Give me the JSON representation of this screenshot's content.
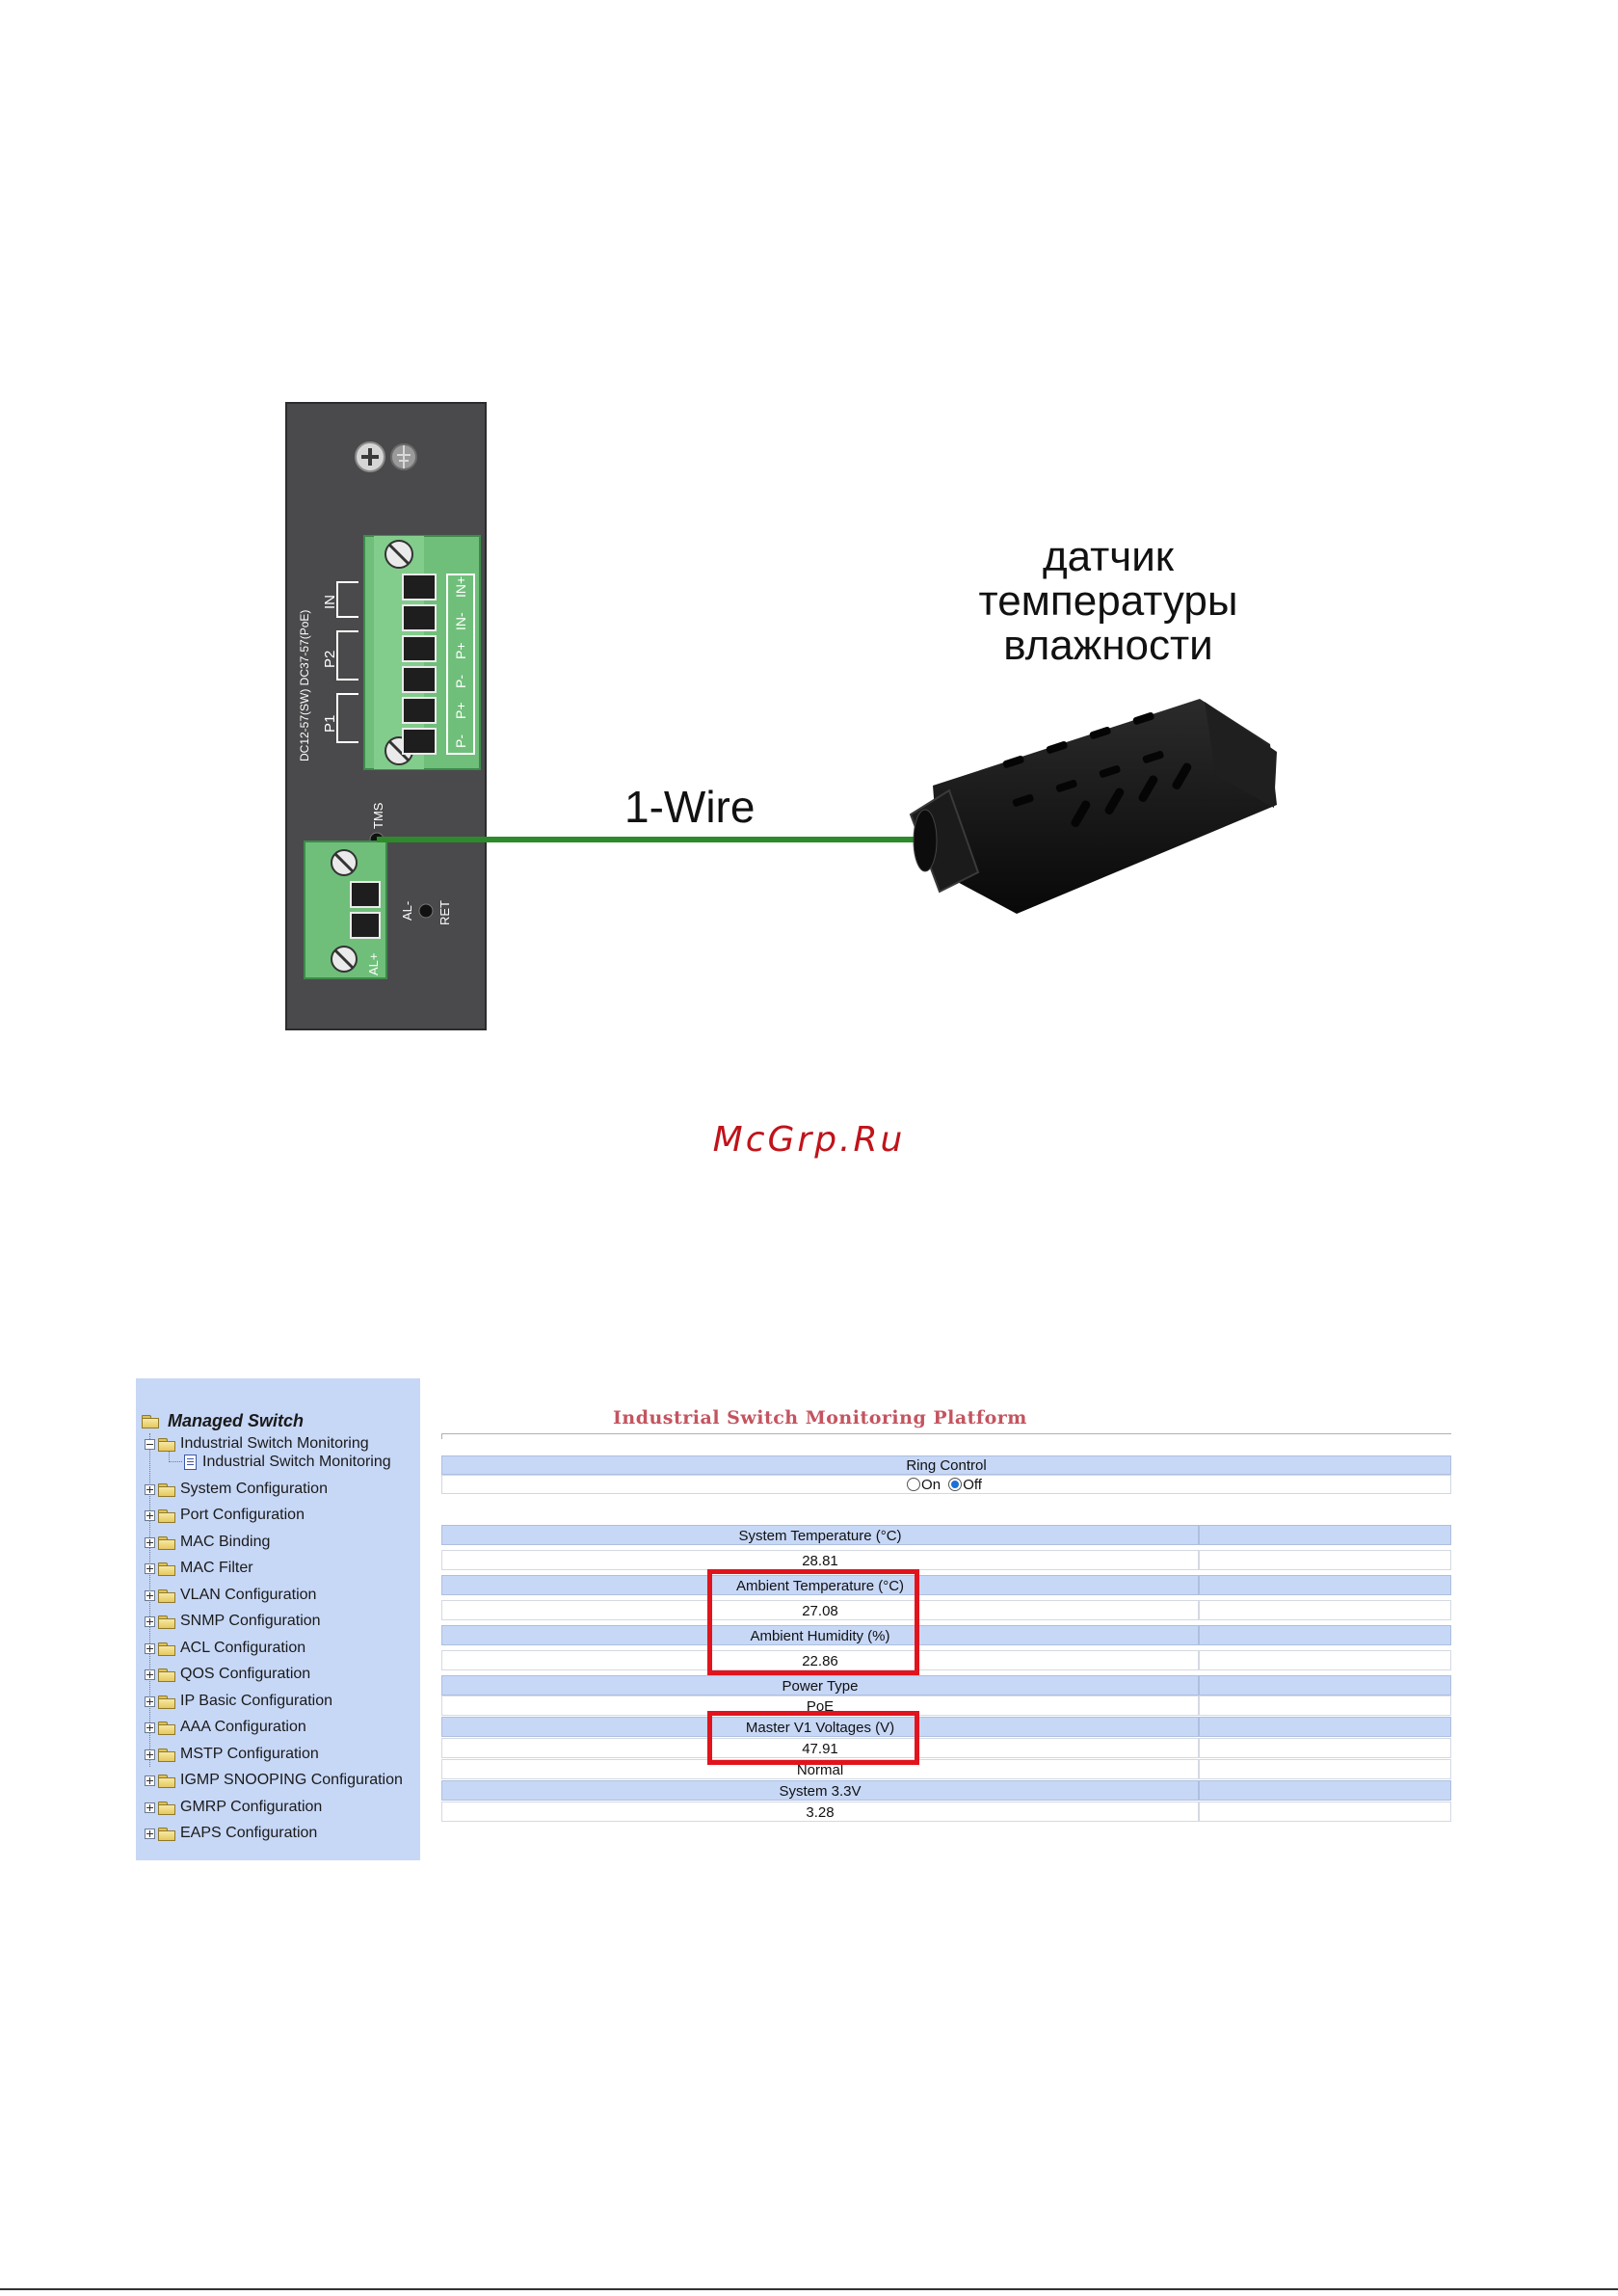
{
  "figure1": {
    "sensor_caption_lines": [
      "датчик",
      "температуры",
      "влажности"
    ],
    "wire_label": "1-Wire",
    "panel_labels": {
      "voltage_sw": "DC12-57(SW)",
      "voltage_poe": "DC37-57(PoE)",
      "pins": [
        "P-",
        "P+",
        "P-",
        "P+",
        "IN-",
        "IN+"
      ],
      "groups": [
        "P1",
        "P2",
        "IN"
      ],
      "tms": "TMS",
      "alarm_minus": "AL-",
      "alarm_plus": "AL+",
      "reset": "RET"
    },
    "colors": {
      "panel": "#4a4a4c",
      "terminal": "#6fbf7a",
      "wire": "#2e8a2b",
      "sensor": "#141414"
    }
  },
  "watermark": "McGrp.Ru",
  "ui": {
    "sidebar": {
      "root": "Managed Switch",
      "items": [
        {
          "label": "Industrial Switch Monitoring",
          "expanded": true
        },
        {
          "label": "Industrial Switch Monitoring",
          "leaf": true
        },
        {
          "label": "System Configuration"
        },
        {
          "label": "Port Configuration"
        },
        {
          "label": "MAC Binding"
        },
        {
          "label": "MAC Filter"
        },
        {
          "label": "VLAN Configuration"
        },
        {
          "label": "SNMP Configuration"
        },
        {
          "label": "ACL Configuration"
        },
        {
          "label": "QOS Configuration"
        },
        {
          "label": "IP Basic Configuration"
        },
        {
          "label": "AAA Configuration"
        },
        {
          "label": "MSTP Configuration"
        },
        {
          "label": "IGMP SNOOPING Configuration"
        },
        {
          "label": "GMRP Configuration"
        },
        {
          "label": "EAPS Configuration"
        }
      ]
    },
    "main": {
      "title": "Industrial Switch Monitoring Platform",
      "ring_control": {
        "label": "Ring Control",
        "on_label": "On",
        "off_label": "Off",
        "selected": "Off"
      },
      "rows": [
        {
          "header": "System Temperature (°C)",
          "value": "28.81"
        },
        {
          "header": "Ambient Temperature (°C)",
          "value": "27.08"
        },
        {
          "header": "Ambient Humidity (%)",
          "value": "22.86"
        },
        {
          "header": "Power Type",
          "value": "PoE"
        },
        {
          "header": "Master V1 Voltages (V)",
          "value": "47.91"
        },
        {
          "header": "",
          "value": "Normal"
        },
        {
          "header": "System 3.3V",
          "value": "3.28"
        }
      ]
    },
    "colors": {
      "sidebar_bg": "#c7d7f6",
      "header_bg": "#c7d7f6",
      "title": "#c4545f",
      "highlight": "#e1141d"
    }
  }
}
